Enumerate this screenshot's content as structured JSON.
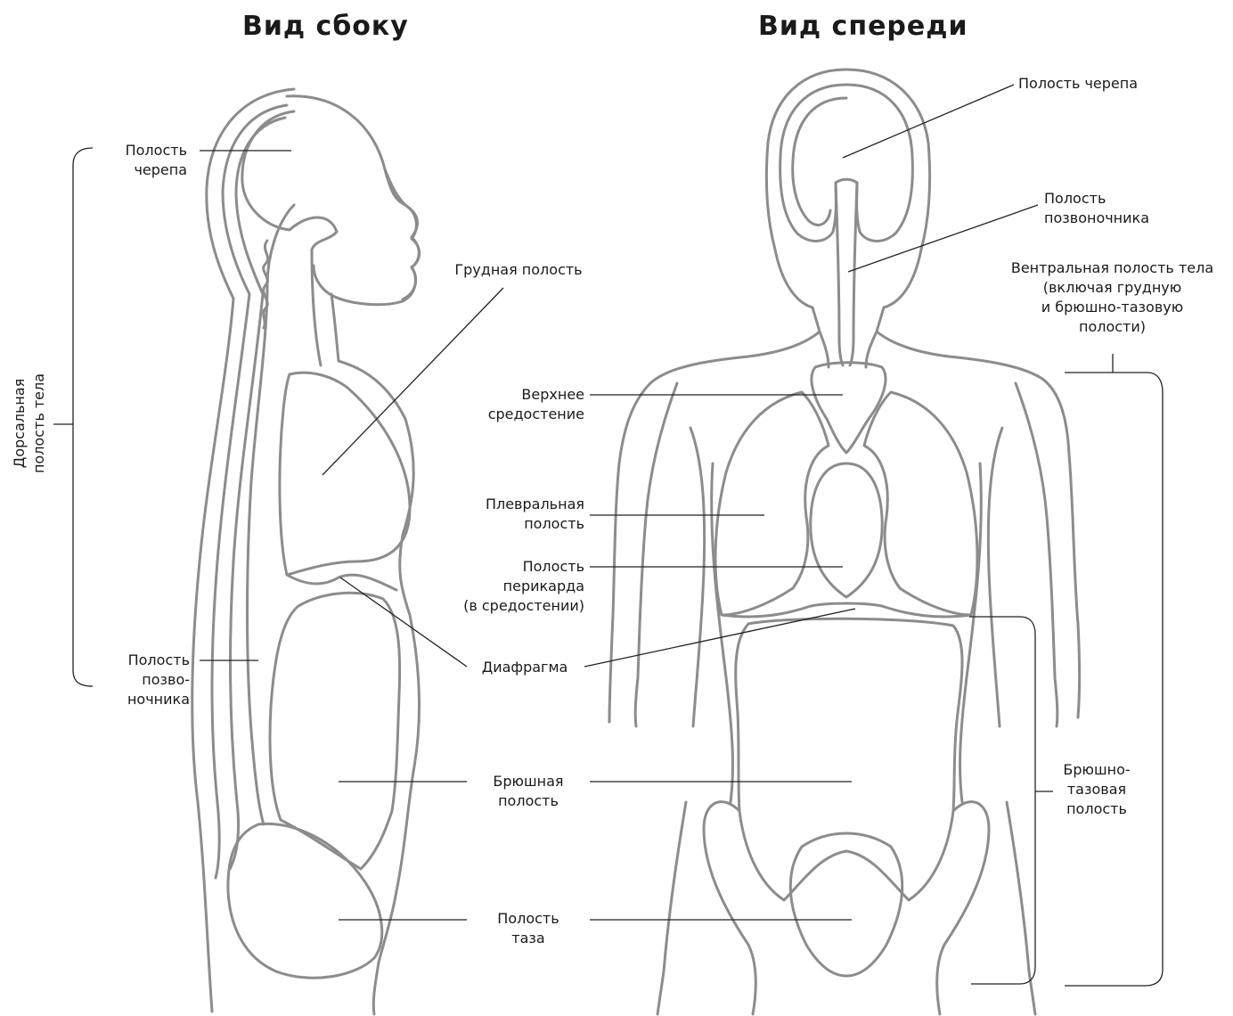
{
  "titles": {
    "side_view": "Вид сбоку",
    "front_view": "Вид спереди"
  },
  "labels": {
    "side_cranial": [
      "Полость",
      "черепа"
    ],
    "side_spinal": [
      "Полость",
      "позво-",
      "ночника"
    ],
    "dorsal_cavity": [
      "Дорсальная",
      "полость тела"
    ],
    "thoracic": "Грудная полость",
    "front_cranial": "Полость черепа",
    "front_spinal": [
      "Полость",
      "позвоночника"
    ],
    "ventral_cavity": [
      "Вентральная полость тела",
      "(включая грудную",
      "и брюшно-тазовую",
      "полости)"
    ],
    "superior_mediastinum": [
      "Верхнее",
      "средостение"
    ],
    "pleural": [
      "Плевральная",
      "полость"
    ],
    "pericardial": [
      "Полость",
      "перикарда",
      "(в средостении)"
    ],
    "diaphragm": "Диафрагма",
    "abdominal": [
      "Брюшная",
      "полость"
    ],
    "pelvic": [
      "Полость",
      "таза"
    ],
    "abdominopelvic": [
      "Брюшно-",
      "тазовая",
      "полость"
    ]
  },
  "colors": {
    "sketch": "#8c8c8c",
    "leader": "#222222"
  }
}
